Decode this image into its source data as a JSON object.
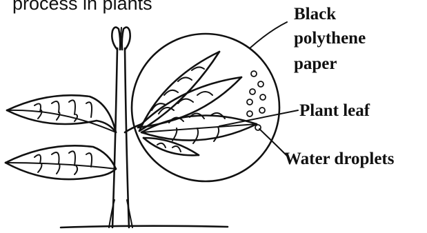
{
  "caption": {
    "text": "process in plants"
  },
  "labels": {
    "polythene_line1": "Black",
    "polythene_line2": "polythene",
    "polythene_line3": "paper",
    "plant_leaf": "Plant leaf",
    "water_droplets": "Water droplets"
  },
  "colors": {
    "ink": "#111111",
    "background": "#ffffff"
  }
}
